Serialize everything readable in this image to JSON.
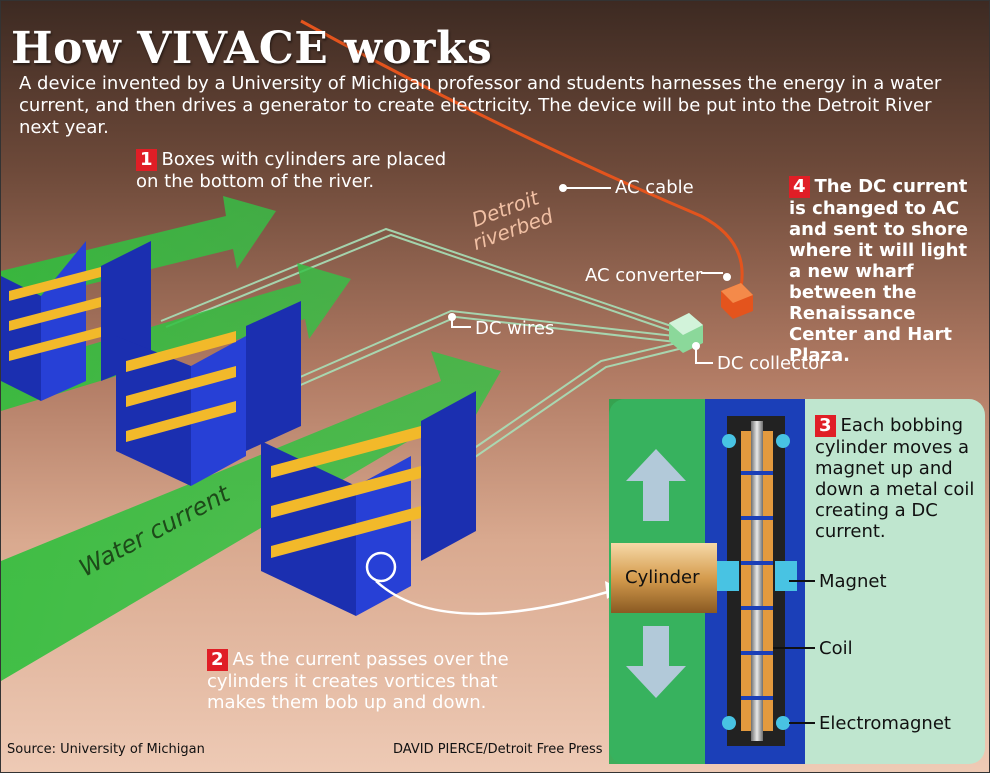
{
  "title": "How VIVACE works",
  "intro": "A device invented by a University of Michigan professor and students harnesses the energy in a water current, and then drives a generator to create electricity. The device will be put into the Detroit River next year.",
  "steps": [
    {
      "num": "1",
      "text": "Boxes with cylinders are placed on the bottom of the river."
    },
    {
      "num": "2",
      "text": "As the current passes over the cylinders it creates vortices that makes them bob up and down."
    },
    {
      "num": "3",
      "text": "Each bobbing cylinder moves a magnet up and down a metal coil creating a DC current."
    },
    {
      "num": "4",
      "text": "The DC current is changed to AC and sent to shore where it will light a new wharf between the Renaissance Center and Hart Plaza."
    }
  ],
  "labels": {
    "ac_cable": "AC cable",
    "ac_converter": "AC converter",
    "dc_wires": "DC wires",
    "dc_collector": "DC collector",
    "riverbed": "Detroit riverbed",
    "water_current": "Water current",
    "cylinder": "Cylinder",
    "magnet": "Magnet",
    "coil": "Coil",
    "electromagnet": "Electromagnet"
  },
  "footer": {
    "source": "Source: University of Michigan",
    "credit": "DAVID PIERCE/Detroit Free Press"
  },
  "colors": {
    "accent_red": "#e01e26",
    "box_blue": "#1b2fb0",
    "flow_green": "#1ea832",
    "cable_orange": "#e4541d",
    "inset_bg": "#bfe6cf"
  }
}
